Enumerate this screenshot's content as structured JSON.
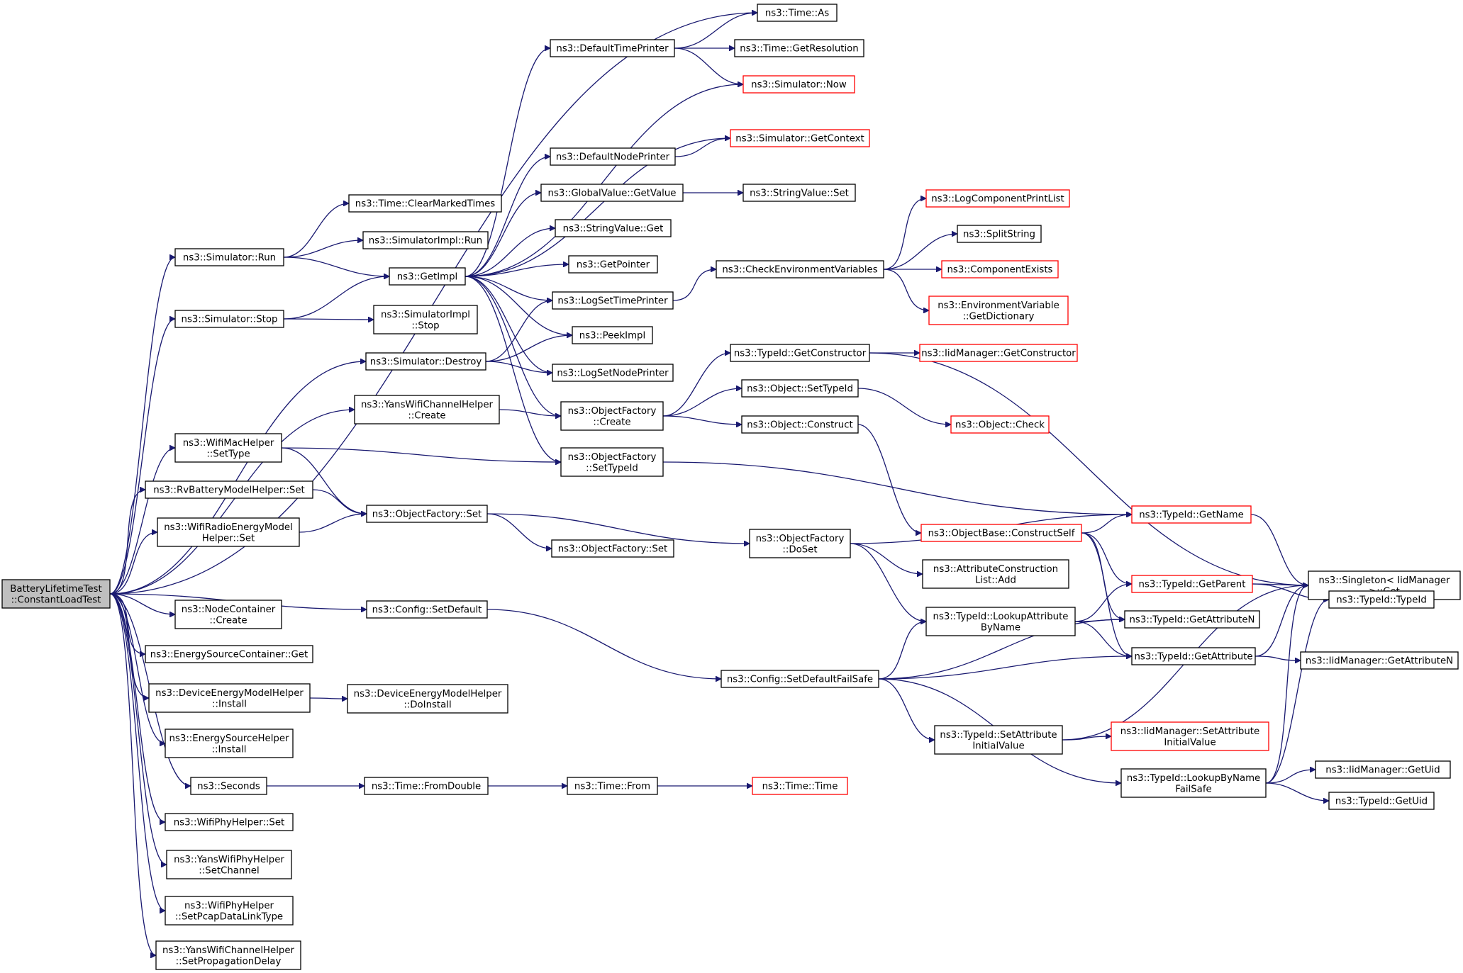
{
  "graph": {
    "nodes": [
      {
        "id": "root",
        "lines": [
          "BatteryLifetimeTest",
          "::ConstantLoadTest"
        ],
        "style": "root"
      },
      {
        "id": "time_as",
        "lines": [
          "ns3::Time::As"
        ],
        "style": "normal"
      },
      {
        "id": "default_time_printer",
        "lines": [
          "ns3::DefaultTimePrinter"
        ],
        "style": "normal"
      },
      {
        "id": "time_get_resolution",
        "lines": [
          "ns3::Time::GetResolution"
        ],
        "style": "normal"
      },
      {
        "id": "simulator_now",
        "lines": [
          "ns3::Simulator::Now"
        ],
        "style": "red"
      },
      {
        "id": "simulator_get_context",
        "lines": [
          "ns3::Simulator::GetContext"
        ],
        "style": "red"
      },
      {
        "id": "default_node_printer",
        "lines": [
          "ns3::DefaultNodePrinter"
        ],
        "style": "normal"
      },
      {
        "id": "global_value_get_value",
        "lines": [
          "ns3::GlobalValue::GetValue"
        ],
        "style": "normal"
      },
      {
        "id": "string_value_set",
        "lines": [
          "ns3::StringValue::Set"
        ],
        "style": "normal"
      },
      {
        "id": "log_component_print_list",
        "lines": [
          "ns3::LogComponentPrintList"
        ],
        "style": "red"
      },
      {
        "id": "time_clear_marked",
        "lines": [
          "ns3::Time::ClearMarkedTimes"
        ],
        "style": "normal"
      },
      {
        "id": "string_value_get",
        "lines": [
          "ns3::StringValue::Get"
        ],
        "style": "normal"
      },
      {
        "id": "split_string",
        "lines": [
          "ns3::SplitString"
        ],
        "style": "normal"
      },
      {
        "id": "simulator_impl_run",
        "lines": [
          "ns3::SimulatorImpl::Run"
        ],
        "style": "normal"
      },
      {
        "id": "simulator_run",
        "lines": [
          "ns3::Simulator::Run"
        ],
        "style": "normal"
      },
      {
        "id": "get_pointer",
        "lines": [
          "ns3::GetPointer"
        ],
        "style": "normal"
      },
      {
        "id": "check_env_vars",
        "lines": [
          "ns3::CheckEnvironmentVariables"
        ],
        "style": "normal"
      },
      {
        "id": "component_exists",
        "lines": [
          "ns3::ComponentExists"
        ],
        "style": "red"
      },
      {
        "id": "get_impl",
        "lines": [
          "ns3::GetImpl"
        ],
        "style": "normal"
      },
      {
        "id": "log_set_time_printer",
        "lines": [
          "ns3::LogSetTimePrinter"
        ],
        "style": "normal"
      },
      {
        "id": "env_var_get_dict",
        "lines": [
          "ns3::EnvironmentVariable",
          "::GetDictionary"
        ],
        "style": "red"
      },
      {
        "id": "simulator_stop",
        "lines": [
          "ns3::Simulator::Stop"
        ],
        "style": "normal"
      },
      {
        "id": "simulator_impl_stop",
        "lines": [
          "ns3::SimulatorImpl",
          "::Stop"
        ],
        "style": "normal"
      },
      {
        "id": "peek_impl",
        "lines": [
          "ns3::PeekImpl"
        ],
        "style": "normal"
      },
      {
        "id": "typeid_get_constructor",
        "lines": [
          "ns3::TypeId::GetConstructor"
        ],
        "style": "normal"
      },
      {
        "id": "iid_get_constructor",
        "lines": [
          "ns3::IidManager::GetConstructor"
        ],
        "style": "red"
      },
      {
        "id": "simulator_destroy",
        "lines": [
          "ns3::Simulator::Destroy"
        ],
        "style": "normal"
      },
      {
        "id": "log_set_node_printer",
        "lines": [
          "ns3::LogSetNodePrinter"
        ],
        "style": "normal"
      },
      {
        "id": "object_set_type_id",
        "lines": [
          "ns3::Object::SetTypeId"
        ],
        "style": "normal"
      },
      {
        "id": "yans_channel_create",
        "lines": [
          "ns3::YansWifiChannelHelper",
          "::Create"
        ],
        "style": "normal"
      },
      {
        "id": "object_factory_create",
        "lines": [
          "ns3::ObjectFactory",
          "::Create"
        ],
        "style": "normal"
      },
      {
        "id": "object_construct",
        "lines": [
          "ns3::Object::Construct"
        ],
        "style": "normal"
      },
      {
        "id": "object_check",
        "lines": [
          "ns3::Object::Check"
        ],
        "style": "red"
      },
      {
        "id": "wifi_mac_set_type",
        "lines": [
          "ns3::WifiMacHelper",
          "::SetType"
        ],
        "style": "normal"
      },
      {
        "id": "object_factory_set_type_id",
        "lines": [
          "ns3::ObjectFactory",
          "::SetTypeId"
        ],
        "style": "normal"
      },
      {
        "id": "rv_battery_set",
        "lines": [
          "ns3::RvBatteryModelHelper::Set"
        ],
        "style": "normal"
      },
      {
        "id": "object_factory_set",
        "lines": [
          "ns3::ObjectFactory::Set"
        ],
        "style": "normal"
      },
      {
        "id": "wifi_radio_energy_set",
        "lines": [
          "ns3::WifiRadioEnergyModel",
          "Helper::Set"
        ],
        "style": "normal"
      },
      {
        "id": "object_factory_set2",
        "lines": [
          "ns3::ObjectFactory::Set"
        ],
        "style": "normal"
      },
      {
        "id": "object_factory_do_set",
        "lines": [
          "ns3::ObjectFactory",
          "::DoSet"
        ],
        "style": "normal"
      },
      {
        "id": "objectbase_construct_self",
        "lines": [
          "ns3::ObjectBase::ConstructSelf"
        ],
        "style": "red"
      },
      {
        "id": "typeid_get_name",
        "lines": [
          "ns3::TypeId::GetName"
        ],
        "style": "red"
      },
      {
        "id": "attr_construction_list_add",
        "lines": [
          "ns3::AttributeConstruction",
          "List::Add"
        ],
        "style": "normal"
      },
      {
        "id": "singleton_get",
        "lines": [
          "ns3::Singleton< IidManager",
          ">::Get"
        ],
        "style": "normal"
      },
      {
        "id": "typeid_get_parent",
        "lines": [
          "ns3::TypeId::GetParent"
        ],
        "style": "red"
      },
      {
        "id": "node_container_create",
        "lines": [
          "ns3::NodeContainer",
          "::Create"
        ],
        "style": "normal"
      },
      {
        "id": "config_set_default",
        "lines": [
          "ns3::Config::SetDefault"
        ],
        "style": "normal"
      },
      {
        "id": "typeid_typeid",
        "lines": [
          "ns3::TypeId::TypeId"
        ],
        "style": "normal"
      },
      {
        "id": "typeid_lookup_attr_by_name",
        "lines": [
          "ns3::TypeId::LookupAttribute",
          "ByName"
        ],
        "style": "normal"
      },
      {
        "id": "typeid_get_attribute_n",
        "lines": [
          "ns3::TypeId::GetAttributeN"
        ],
        "style": "normal"
      },
      {
        "id": "energy_source_container_get",
        "lines": [
          "ns3::EnergySourceContainer::Get"
        ],
        "style": "normal"
      },
      {
        "id": "typeid_get_attribute",
        "lines": [
          "ns3::TypeId::GetAttribute"
        ],
        "style": "normal"
      },
      {
        "id": "iid_get_attribute_n",
        "lines": [
          "ns3::IidManager::GetAttributeN"
        ],
        "style": "normal"
      },
      {
        "id": "config_set_default_fail_safe",
        "lines": [
          "ns3::Config::SetDefaultFailSafe"
        ],
        "style": "normal"
      },
      {
        "id": "device_energy_install",
        "lines": [
          "ns3::DeviceEnergyModelHelper",
          "::Install"
        ],
        "style": "normal"
      },
      {
        "id": "device_energy_do_install",
        "lines": [
          "ns3::DeviceEnergyModelHelper",
          "::DoInstall"
        ],
        "style": "normal"
      },
      {
        "id": "energy_source_install",
        "lines": [
          "ns3::EnergySourceHelper",
          "::Install"
        ],
        "style": "normal"
      },
      {
        "id": "typeid_set_attr_initial",
        "lines": [
          "ns3::TypeId::SetAttribute",
          "InitialValue"
        ],
        "style": "normal"
      },
      {
        "id": "iid_set_attr_initial",
        "lines": [
          "ns3::IidManager::SetAttribute",
          "InitialValue"
        ],
        "style": "red"
      },
      {
        "id": "iid_get_uid",
        "lines": [
          "ns3::IidManager::GetUid"
        ],
        "style": "normal"
      },
      {
        "id": "seconds",
        "lines": [
          "ns3::Seconds"
        ],
        "style": "normal"
      },
      {
        "id": "time_from_double",
        "lines": [
          "ns3::Time::FromDouble"
        ],
        "style": "normal"
      },
      {
        "id": "time_from",
        "lines": [
          "ns3::Time::From"
        ],
        "style": "normal"
      },
      {
        "id": "time_time",
        "lines": [
          "ns3::Time::Time"
        ],
        "style": "red"
      },
      {
        "id": "typeid_lookup_by_name_fs",
        "lines": [
          "ns3::TypeId::LookupByName",
          "FailSafe"
        ],
        "style": "normal"
      },
      {
        "id": "typeid_get_uid",
        "lines": [
          "ns3::TypeId::GetUid"
        ],
        "style": "normal"
      },
      {
        "id": "wifi_phy_set",
        "lines": [
          "ns3::WifiPhyHelper::Set"
        ],
        "style": "normal"
      },
      {
        "id": "yans_phy_set_channel",
        "lines": [
          "ns3::YansWifiPhyHelper",
          "::SetChannel"
        ],
        "style": "normal"
      },
      {
        "id": "wifi_phy_set_pcap",
        "lines": [
          "ns3::WifiPhyHelper",
          "::SetPcapDataLinkType"
        ],
        "style": "normal"
      },
      {
        "id": "yans_channel_set_prop_delay",
        "lines": [
          "ns3::YansWifiChannelHelper",
          "::SetPropagationDelay"
        ],
        "style": "normal"
      }
    ],
    "edges": [
      [
        "root",
        "time_as"
      ],
      [
        "root",
        "simulator_run"
      ],
      [
        "root",
        "simulator_stop"
      ],
      [
        "root",
        "simulator_destroy"
      ],
      [
        "root",
        "yans_channel_create"
      ],
      [
        "root",
        "wifi_mac_set_type"
      ],
      [
        "root",
        "rv_battery_set"
      ],
      [
        "root",
        "wifi_radio_energy_set"
      ],
      [
        "root",
        "config_set_default"
      ],
      [
        "root",
        "node_container_create"
      ],
      [
        "root",
        "energy_source_container_get"
      ],
      [
        "root",
        "device_energy_install"
      ],
      [
        "root",
        "energy_source_install"
      ],
      [
        "root",
        "seconds"
      ],
      [
        "root",
        "wifi_phy_set"
      ],
      [
        "root",
        "yans_phy_set_channel"
      ],
      [
        "root",
        "wifi_phy_set_pcap"
      ],
      [
        "root",
        "yans_channel_set_prop_delay"
      ],
      [
        "simulator_run",
        "time_clear_marked"
      ],
      [
        "simulator_run",
        "simulator_impl_run"
      ],
      [
        "simulator_run",
        "get_impl"
      ],
      [
        "simulator_stop",
        "get_impl"
      ],
      [
        "simulator_stop",
        "simulator_impl_stop"
      ],
      [
        "simulator_destroy",
        "log_set_time_printer"
      ],
      [
        "simulator_destroy",
        "peek_impl"
      ],
      [
        "simulator_destroy",
        "log_set_node_printer"
      ],
      [
        "get_impl",
        "default_time_printer"
      ],
      [
        "get_impl",
        "simulator_now"
      ],
      [
        "get_impl",
        "simulator_get_context"
      ],
      [
        "get_impl",
        "default_node_printer"
      ],
      [
        "get_impl",
        "global_value_get_value"
      ],
      [
        "get_impl",
        "string_value_get"
      ],
      [
        "get_impl",
        "get_pointer"
      ],
      [
        "get_impl",
        "log_set_time_printer"
      ],
      [
        "get_impl",
        "peek_impl"
      ],
      [
        "get_impl",
        "log_set_node_printer"
      ],
      [
        "get_impl",
        "object_factory_create"
      ],
      [
        "get_impl",
        "object_factory_set_type_id"
      ],
      [
        "default_time_printer",
        "time_as"
      ],
      [
        "default_time_printer",
        "time_get_resolution"
      ],
      [
        "default_time_printer",
        "simulator_now"
      ],
      [
        "default_node_printer",
        "simulator_get_context"
      ],
      [
        "global_value_get_value",
        "string_value_set"
      ],
      [
        "log_set_time_printer",
        "check_env_vars"
      ],
      [
        "check_env_vars",
        "log_component_print_list"
      ],
      [
        "check_env_vars",
        "split_string"
      ],
      [
        "check_env_vars",
        "component_exists"
      ],
      [
        "check_env_vars",
        "env_var_get_dict"
      ],
      [
        "yans_channel_create",
        "object_factory_create"
      ],
      [
        "object_factory_create",
        "typeid_get_constructor"
      ],
      [
        "object_factory_create",
        "object_set_type_id"
      ],
      [
        "object_factory_create",
        "object_construct"
      ],
      [
        "typeid_get_constructor",
        "iid_get_constructor"
      ],
      [
        "typeid_get_constructor",
        "singleton_get"
      ],
      [
        "object_set_type_id",
        "object_check"
      ],
      [
        "object_construct",
        "objectbase_construct_self"
      ],
      [
        "wifi_mac_set_type",
        "object_factory_set_type_id"
      ],
      [
        "wifi_mac_set_type",
        "object_factory_set"
      ],
      [
        "object_factory_set_type_id",
        "typeid_get_name"
      ],
      [
        "rv_battery_set",
        "object_factory_set"
      ],
      [
        "wifi_radio_energy_set",
        "object_factory_set"
      ],
      [
        "object_factory_set",
        "object_factory_set2"
      ],
      [
        "object_factory_set",
        "object_factory_do_set"
      ],
      [
        "object_factory_do_set",
        "typeid_get_name"
      ],
      [
        "object_factory_do_set",
        "attr_construction_list_add"
      ],
      [
        "object_factory_do_set",
        "typeid_lookup_attr_by_name"
      ],
      [
        "objectbase_construct_self",
        "typeid_get_name"
      ],
      [
        "objectbase_construct_self",
        "typeid_get_parent"
      ],
      [
        "objectbase_construct_self",
        "typeid_get_attribute_n"
      ],
      [
        "objectbase_construct_self",
        "typeid_get_attribute"
      ],
      [
        "typeid_get_name",
        "singleton_get"
      ],
      [
        "typeid_get_parent",
        "singleton_get"
      ],
      [
        "typeid_get_parent",
        "typeid_typeid"
      ],
      [
        "typeid_lookup_attr_by_name",
        "typeid_get_parent"
      ],
      [
        "typeid_lookup_attr_by_name",
        "typeid_get_attribute_n"
      ],
      [
        "typeid_lookup_attr_by_name",
        "typeid_get_attribute"
      ],
      [
        "typeid_get_attribute",
        "singleton_get"
      ],
      [
        "typeid_get_attribute",
        "iid_get_attribute_n"
      ],
      [
        "config_set_default",
        "config_set_default_fail_safe"
      ],
      [
        "config_set_default_fail_safe",
        "typeid_lookup_attr_by_name"
      ],
      [
        "config_set_default_fail_safe",
        "typeid_get_attribute_n"
      ],
      [
        "config_set_default_fail_safe",
        "typeid_get_attribute"
      ],
      [
        "config_set_default_fail_safe",
        "typeid_set_attr_initial"
      ],
      [
        "config_set_default_fail_safe",
        "typeid_lookup_by_name_fs"
      ],
      [
        "typeid_set_attr_initial",
        "singleton_get"
      ],
      [
        "typeid_set_attr_initial",
        "iid_set_attr_initial"
      ],
      [
        "typeid_lookup_by_name_fs",
        "singleton_get"
      ],
      [
        "typeid_lookup_by_name_fs",
        "typeid_typeid"
      ],
      [
        "typeid_lookup_by_name_fs",
        "iid_get_uid"
      ],
      [
        "typeid_lookup_by_name_fs",
        "typeid_get_uid"
      ],
      [
        "device_energy_install",
        "device_energy_do_install"
      ],
      [
        "seconds",
        "time_from_double"
      ],
      [
        "time_from_double",
        "time_from"
      ],
      [
        "time_from",
        "time_time"
      ]
    ]
  }
}
